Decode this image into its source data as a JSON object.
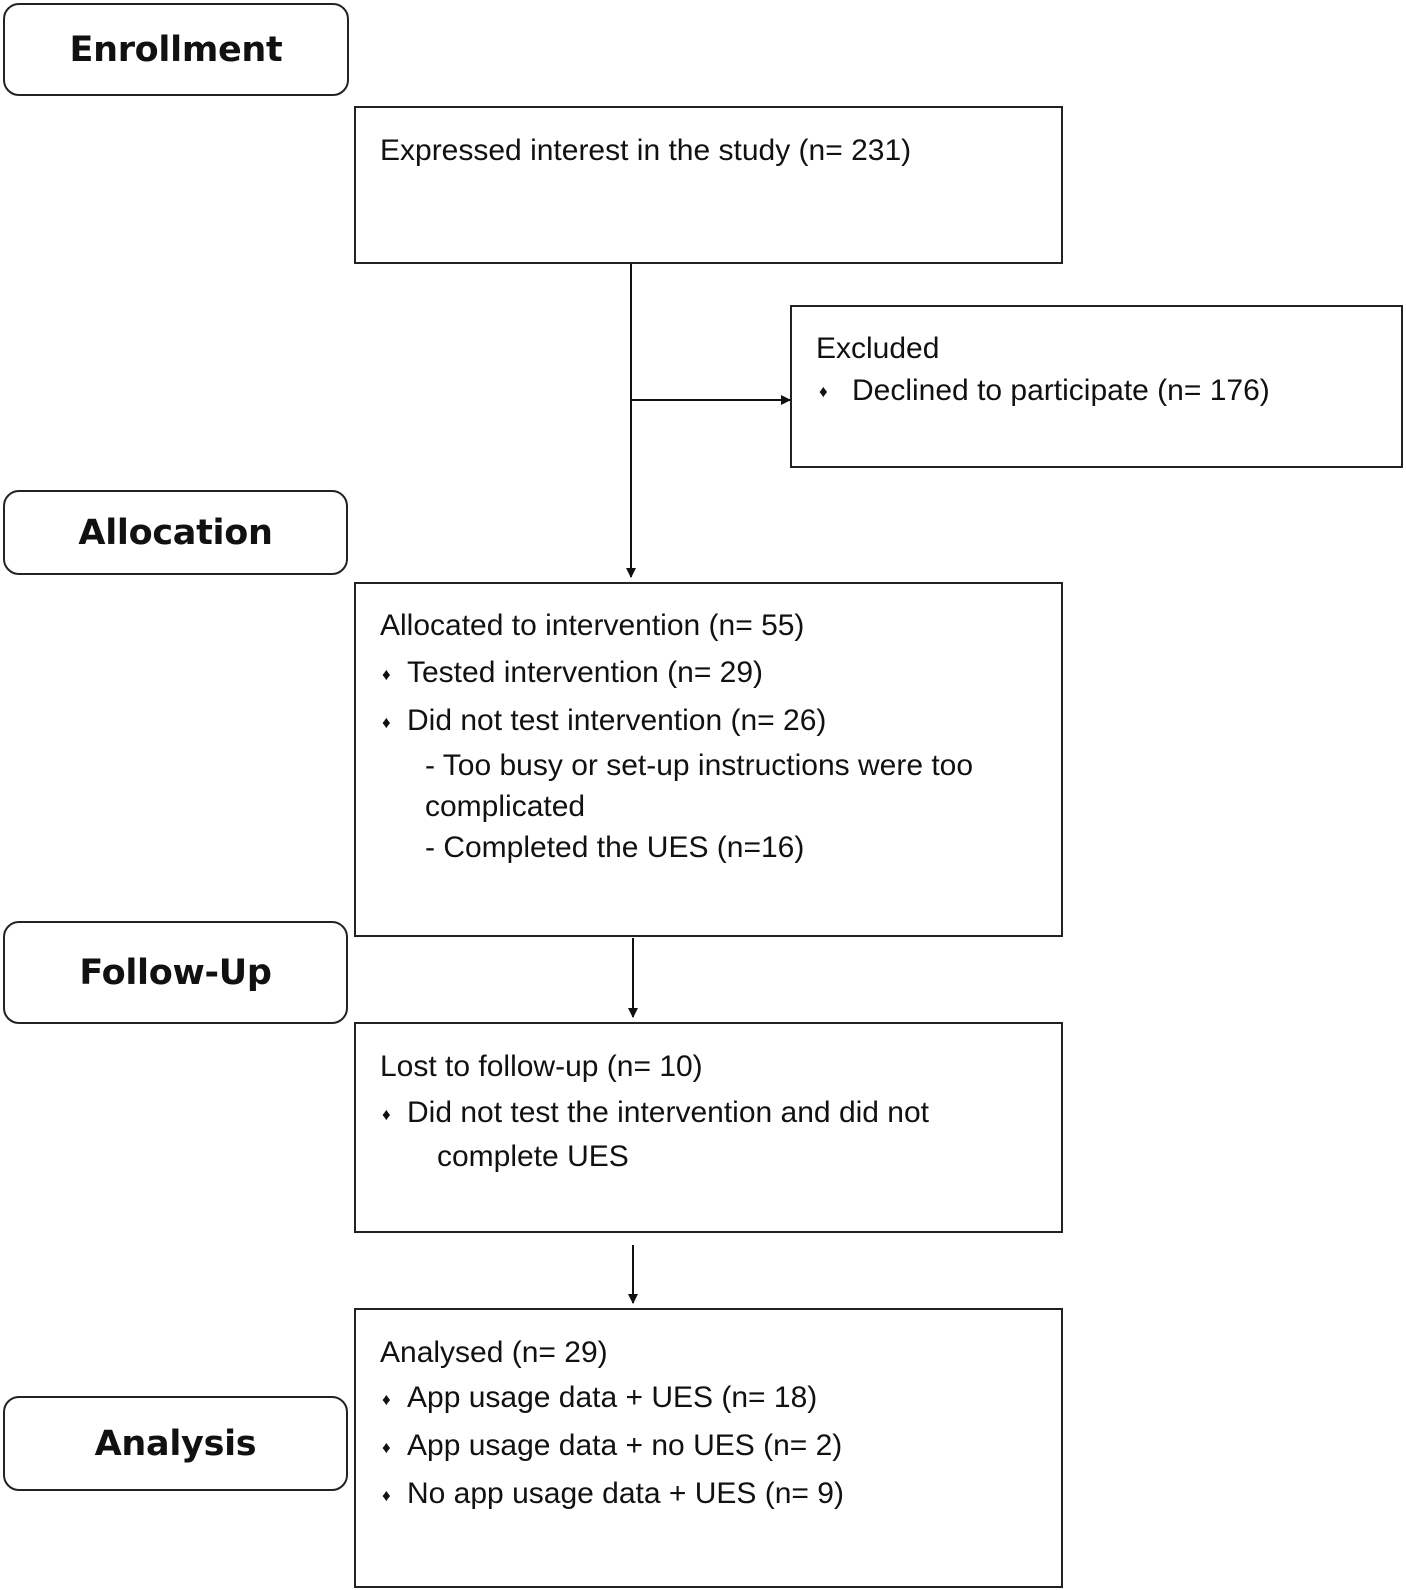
{
  "stages": {
    "enrollment": "Enrollment",
    "allocation": "Allocation",
    "follow_up": "Follow-Up",
    "analysis": "Analysis"
  },
  "bullet_glyph": "♦",
  "boxes": {
    "interest": {
      "text": "Expressed interest in the study (n= 231)"
    },
    "excluded": {
      "title": "Excluded",
      "items": [
        "Declined to participate (n= 176)"
      ]
    },
    "allocated": {
      "title": "Allocated to intervention (n= 55)",
      "items": [
        "Tested intervention (n= 29)",
        "Did not test intervention (n= 26)"
      ],
      "subitems": [
        "- Too busy or set-up instructions were too",
        "complicated",
        "- Completed the UES (n=16)"
      ]
    },
    "lost": {
      "title": "Lost to follow-up (n= 10)",
      "items": [
        "Did not test the intervention and did not",
        "complete UES"
      ]
    },
    "analysed": {
      "title": "Analysed (n= 29)",
      "items": [
        "App usage data + UES (n= 18)",
        "App usage data + no UES (n= 2)",
        "No app usage data + UES (n= 9)"
      ]
    }
  }
}
